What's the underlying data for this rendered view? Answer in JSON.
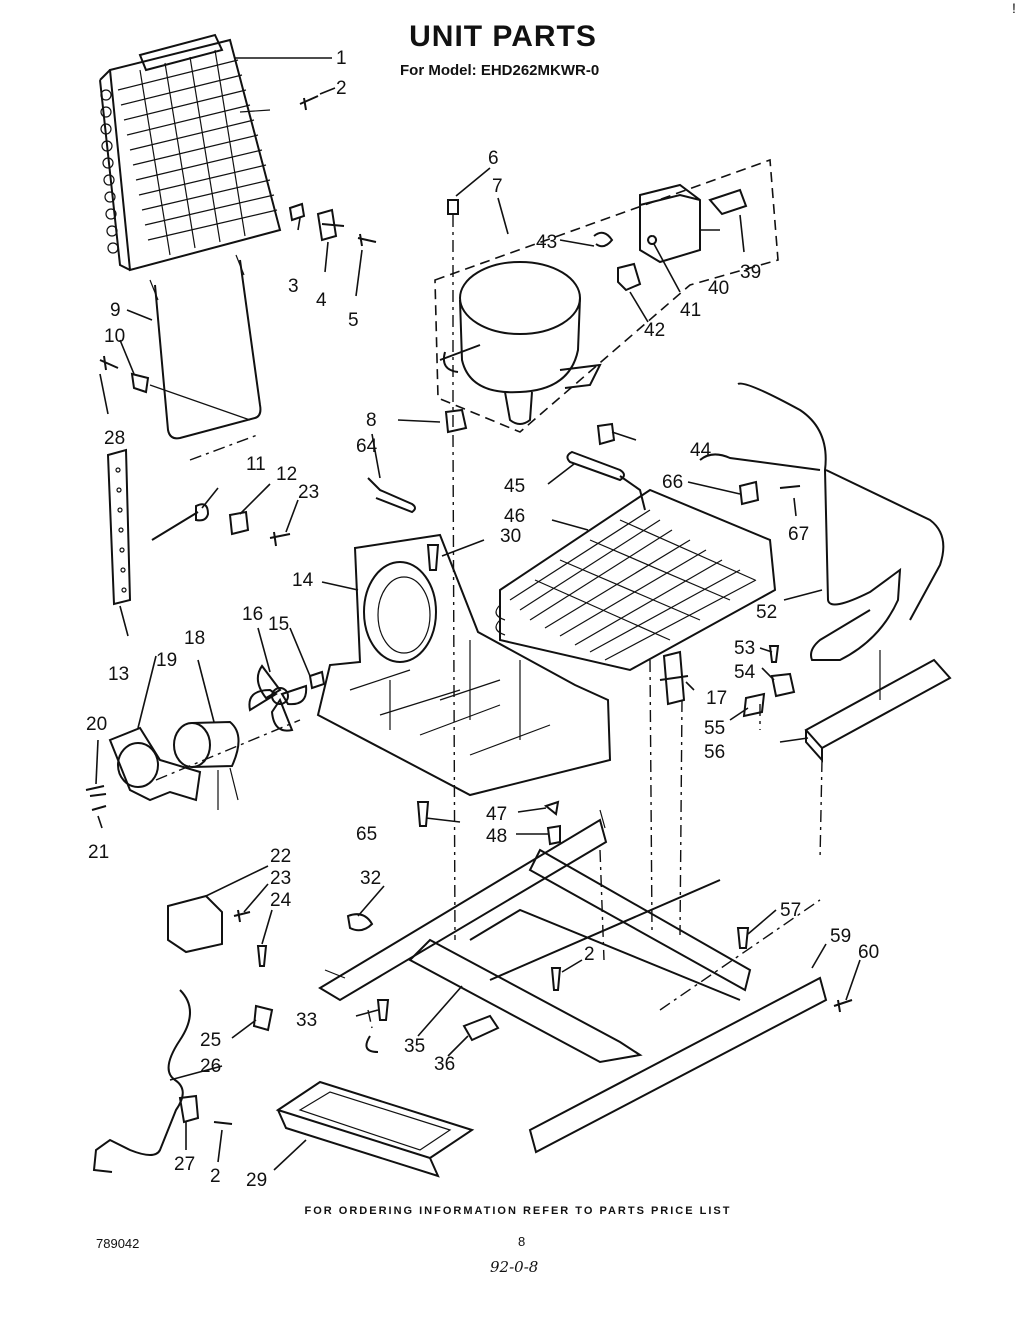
{
  "header": {
    "title": "UNIT PARTS",
    "model_line": "For Model: EHD262MKWR-0"
  },
  "footer": {
    "ordering_note": "FOR ORDERING INFORMATION REFER TO PARTS PRICE LIST",
    "doc_number": "789042",
    "page_number": "8",
    "handwritten_note": "92-0-8",
    "corner_mark": "!"
  },
  "callouts": [
    "1",
    "2",
    "3",
    "4",
    "5",
    "6",
    "7",
    "8",
    "9",
    "10",
    "11",
    "12",
    "13",
    "14",
    "15",
    "16",
    "17",
    "18",
    "19",
    "20",
    "21",
    "22",
    "23",
    "24",
    "25",
    "26",
    "27",
    "28",
    "29",
    "30",
    "32",
    "33",
    "35",
    "36",
    "39",
    "40",
    "41",
    "42",
    "43",
    "44",
    "45",
    "46",
    "47",
    "48",
    "52",
    "53",
    "54",
    "55",
    "56",
    "57",
    "59",
    "60",
    "64",
    "65",
    "66",
    "67"
  ],
  "extra_callouts": [
    "2",
    "2",
    "23"
  ]
}
